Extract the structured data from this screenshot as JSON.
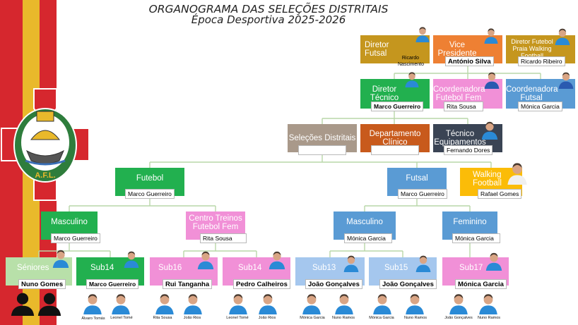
{
  "header": {
    "title": "ORGANOGRAMA DAS SELEÇÕES DISTRITAIS",
    "subtitle": "Época Desportiva 2025-2026"
  },
  "logo": {
    "letters": "A.F.L.",
    "colors": {
      "red": "#d6272e",
      "yellow": "#e9b92b",
      "green": "#2e7d3c"
    }
  },
  "colors": {
    "gold": "#c5961e",
    "orange": "#ee8033",
    "blue": "#5a9bd4",
    "green": "#22b04f",
    "pink": "#f190d7",
    "lightblue": "#a5c7ee",
    "taupe": "#a9998a",
    "rust": "#c85a1c",
    "navy": "#3a4454",
    "yellow": "#fbbc08",
    "line": "#b9d7a9"
  },
  "leadership": {
    "diretor_futsal": {
      "label": "Diretor Futsal",
      "name": "Ricardo Nascimento"
    },
    "vice_presidente": {
      "label": "Vice Presidente",
      "name": "António Silva"
    },
    "diretor_futebol_praia": {
      "label": "Diretor Futebol Praia Walking Football",
      "name": "Ricardo Ribeiro"
    },
    "diretor_tecnico": {
      "label": "Diretor Técnico",
      "name": "Marco Guerreiro"
    },
    "coord_futebol_fem": {
      "label": "Coordenadora Futebol Fem",
      "name": "Rita Sousa"
    },
    "coord_futsal": {
      "label": "Coordenadora Futsal",
      "name": "Mónica Garcia"
    }
  },
  "departments": {
    "selecoes": {
      "label": "Seleções Distritais"
    },
    "clinico": {
      "label": "Departamento Clínico"
    },
    "equipamentos": {
      "label": "Técnico Equipamentos",
      "name": "Fernando Dores"
    }
  },
  "branches": {
    "futebol": {
      "label": "Futebol",
      "name": "Marco Guerreiro"
    },
    "futsal": {
      "label": "Futsal",
      "name": "Marco Guerreiro"
    },
    "walking": {
      "label": "Walking Football",
      "name": "Rafael Gomes"
    }
  },
  "divisions": {
    "masc_futebol": {
      "label": "Masculino",
      "name": "Marco Guerreiro"
    },
    "centro_treinos": {
      "label": "Centro Treinos Futebol Fem",
      "name": "Rita Sousa"
    },
    "masc_futsal": {
      "label": "Masculino",
      "name": "Mónica Garcia"
    },
    "fem_futsal": {
      "label": "Feminino",
      "name": "Mónica Garcia"
    }
  },
  "teams": [
    {
      "label": "Séniores",
      "name": "Nuno Gomes",
      "staff": []
    },
    {
      "label": "Sub14",
      "name": "Marco Guerreiro",
      "staff": [
        "Álvaro Tomás",
        "Leonel Tomé"
      ]
    },
    {
      "label": "Sub16",
      "name": "Rui Tanganha",
      "staff": [
        "Rita Sousa",
        "João Rios"
      ]
    },
    {
      "label": "Sub14",
      "name": "Pedro Calheiros",
      "staff": [
        "Leonel Tomé",
        "João Rios"
      ]
    },
    {
      "label": "Sub13",
      "name": "João Gonçalves",
      "staff": [
        "Mónica Garcia",
        "Nuno Ramos"
      ]
    },
    {
      "label": "Sub15",
      "name": "João Gonçalves",
      "staff": [
        "Mónica Garcia",
        "Nuno Ramos"
      ]
    },
    {
      "label": "Sub17",
      "name": "Mónica Garcia",
      "staff": [
        "João Gonçalves",
        "Nuno Ramos"
      ]
    }
  ]
}
